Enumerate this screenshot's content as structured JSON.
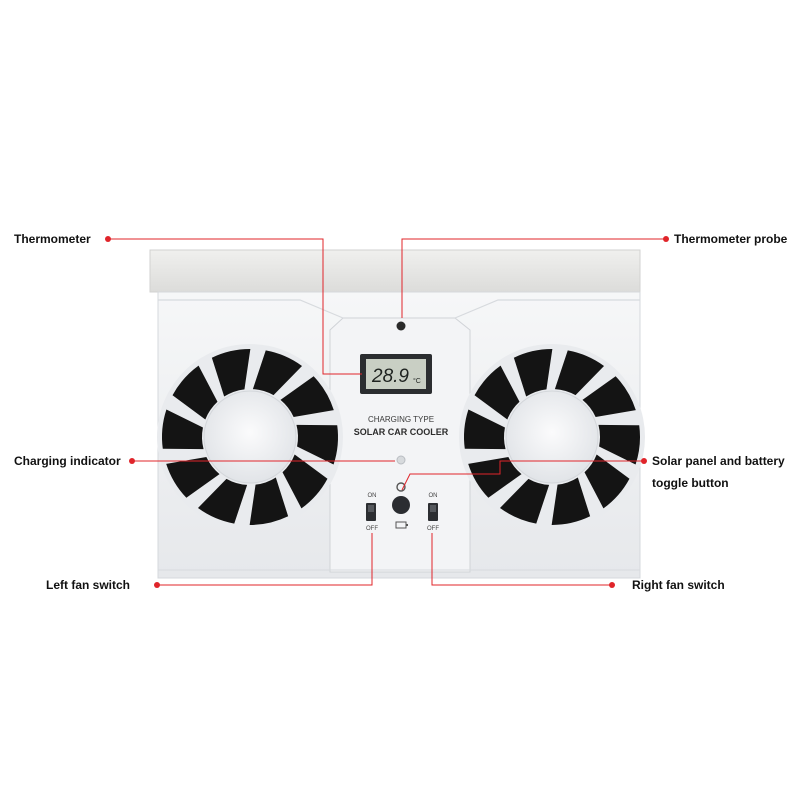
{
  "callouts": {
    "thermometer": "Thermometer",
    "thermometer_probe": "Thermometer probe",
    "charging_indicator": "Charging indicator",
    "solar_toggle_line1": "Solar panel and battery",
    "solar_toggle_line2": "toggle button",
    "left_fan_switch": "Left fan switch",
    "right_fan_switch": "Right fan switch"
  },
  "display": {
    "temperature": "28.9",
    "unit": "°C"
  },
  "device_text": {
    "charging_type": "CHARGING TYPE",
    "product_name": "SOLAR CAR COOLER"
  },
  "switches": {
    "left_on": "ON",
    "left_off": "OFF",
    "right_on": "ON",
    "right_off": "OFF"
  },
  "colors": {
    "callout_line": "#e0242a",
    "body": "#f1f2f4",
    "fan_blade": "#141414",
    "lcd": "#c9cfc4"
  }
}
